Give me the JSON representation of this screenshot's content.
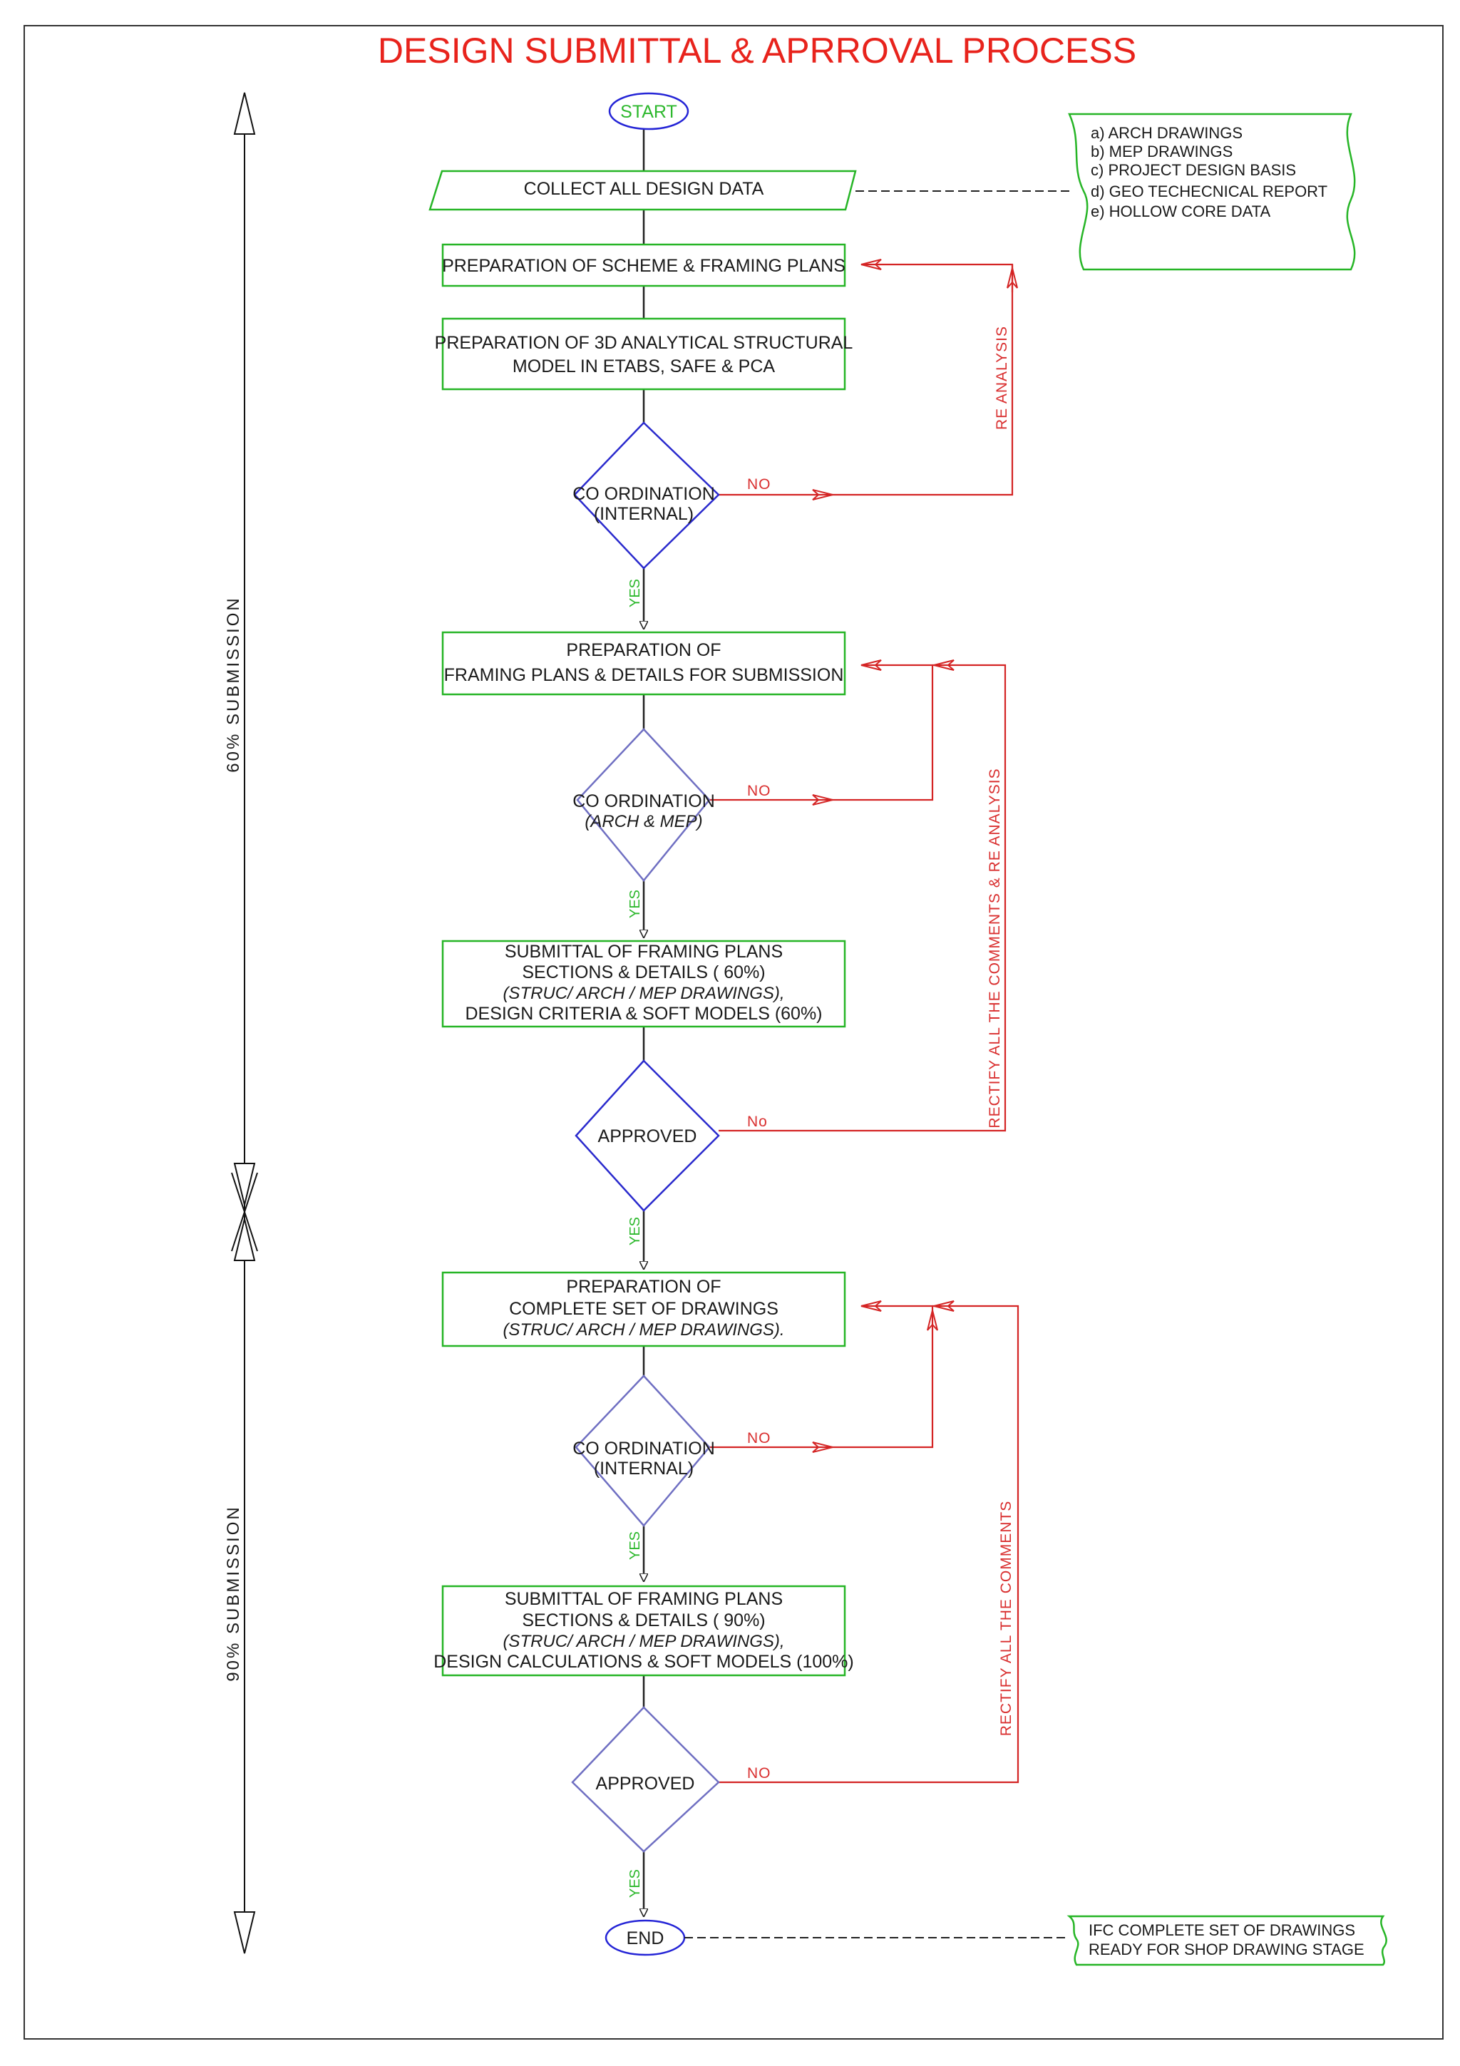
{
  "title": "DESIGN SUBMITTAL & APRROVAL PROCESS",
  "start_label": "START",
  "end_label": "END",
  "steps": {
    "collect": "COLLECT ALL DESIGN DATA",
    "scheme": "PREPARATION OF  SCHEME & FRAMING PLANS",
    "model": [
      "PREPARATION OF  3D ANALYTICAL STRUCTURAL",
      "MODEL IN ETABS, SAFE & PCA"
    ],
    "framing": [
      "PREPARATION OF",
      "FRAMING PLANS & DETAILS FOR SUBMISSION"
    ],
    "submittal60": [
      "SUBMITTAL OF FRAMING PLANS",
      "SECTIONS & DETAILS ( 60%)",
      "(STRUC/ ARCH / MEP DRAWINGS),",
      "DESIGN CRITERIA & SOFT MODELS (60%)"
    ],
    "complete": [
      "PREPARATION OF",
      "COMPLETE SET OF DRAWINGS",
      "(STRUC/ ARCH / MEP DRAWINGS)."
    ],
    "submittal90": [
      "SUBMITTAL OF FRAMING PLANS",
      "SECTIONS & DETAILS ( 90%)",
      "(STRUC/ ARCH / MEP DRAWINGS),",
      "DESIGN CALCULATIONS & SOFT MODELS (100%)"
    ]
  },
  "decisions": {
    "coord_internal_1": [
      "CO ORDINATION",
      "(INTERNAL)"
    ],
    "coord_arch_mep": [
      "CO ORDINATION",
      "(ARCH & MEP)"
    ],
    "approved_1": "APPROVED",
    "coord_internal_2": [
      "CO ORDINATION",
      "(INTERNAL)"
    ],
    "approved_2": "APPROVED"
  },
  "branch_labels": {
    "no": "NO",
    "no_alt": "No",
    "yes": "YES"
  },
  "return_labels": {
    "re_analysis": "RE ANALYSIS",
    "rectify_re_analysis": "RECTIFY ALL THE COMMENTS & RE ANALYSIS",
    "rectify": "RECTIFY ALL THE COMMENTS"
  },
  "design_data_note": [
    "a) ARCH DRAWINGS",
    "b) MEP DRAWINGS",
    "c) PROJECT DESIGN BASIS",
    "d) GEO TECHECNICAL REPORT",
    "e) HOLLOW CORE DATA"
  ],
  "end_note": [
    "IFC COMPLETE SET OF DRAWINGS",
    "READY FOR SHOP DRAWING STAGE"
  ],
  "stages": {
    "stage_60": "60%  SUBMISSION",
    "stage_90": "90%  SUBMISSION"
  },
  "colors": {
    "title": "#e8231c",
    "process_box": "#26b526",
    "decision": "#2a2acd",
    "return_path": "#d42424",
    "yes_label": "#2db82d"
  }
}
